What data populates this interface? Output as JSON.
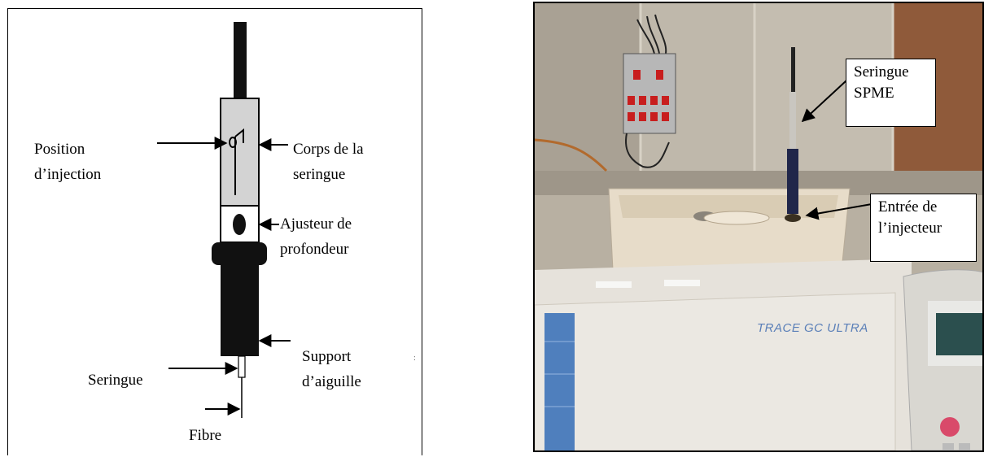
{
  "left_figure": {
    "labels": {
      "position_line1": "Position",
      "position_line2": "d’injection",
      "corps_line1": "Corps de la",
      "corps_line2": "seringue",
      "ajusteur_line1": "Ajusteur de",
      "ajusteur_line2": "profondeur",
      "support_line1": "Support",
      "support_line2": "d’aiguille",
      "seringue": "Seringue",
      "fibre": "Fibre"
    },
    "colors": {
      "body": "#d3d3d3",
      "holder": "#000000"
    }
  },
  "right_figure": {
    "callouts": {
      "spme_line1": "Seringue",
      "spme_line2": "SPME",
      "inlet_line1": "Entrée de",
      "inlet_line2": "l’injecteur"
    },
    "instrument_brand": "TRACE GC ULTRA",
    "colors": {
      "wall": "#b8b0a2",
      "instrument": "#e6e2db",
      "accent_blue": "#4f7fbd",
      "switch_red": "#c81e1e"
    }
  }
}
